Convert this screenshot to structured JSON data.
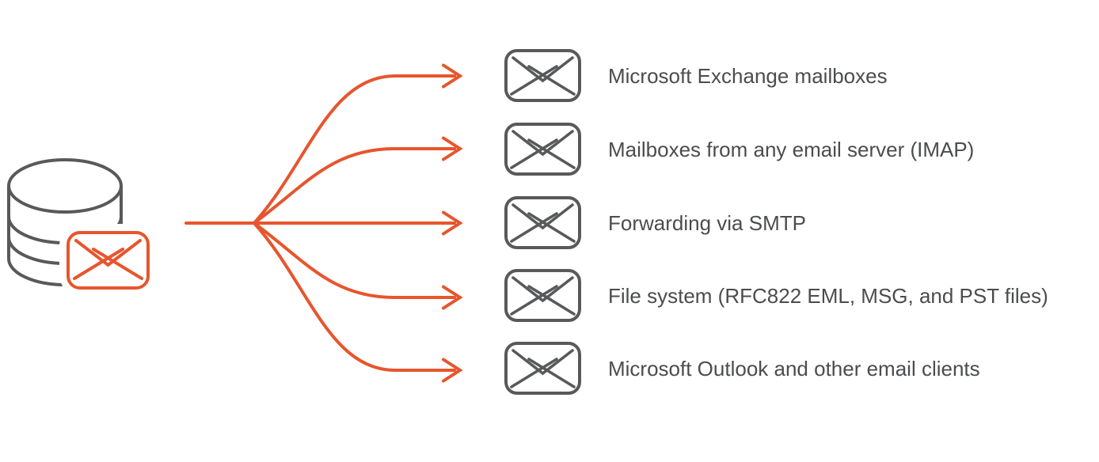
{
  "colors": {
    "accent_orange": "#e7552d",
    "icon_gray": "#58595b",
    "text": "#4b4c4e"
  },
  "source": {
    "icon": "database-with-email-icon"
  },
  "targets": [
    {
      "icon": "envelope-icon",
      "label": "Microsoft Exchange mailboxes"
    },
    {
      "icon": "envelope-icon",
      "label": "Mailboxes from any email server (IMAP)"
    },
    {
      "icon": "envelope-icon",
      "label": "Forwarding via SMTP"
    },
    {
      "icon": "envelope-icon",
      "label": "File system (RFC822 EML, MSG, and PST files)"
    },
    {
      "icon": "envelope-icon",
      "label": "Microsoft Outlook and other email clients"
    }
  ]
}
